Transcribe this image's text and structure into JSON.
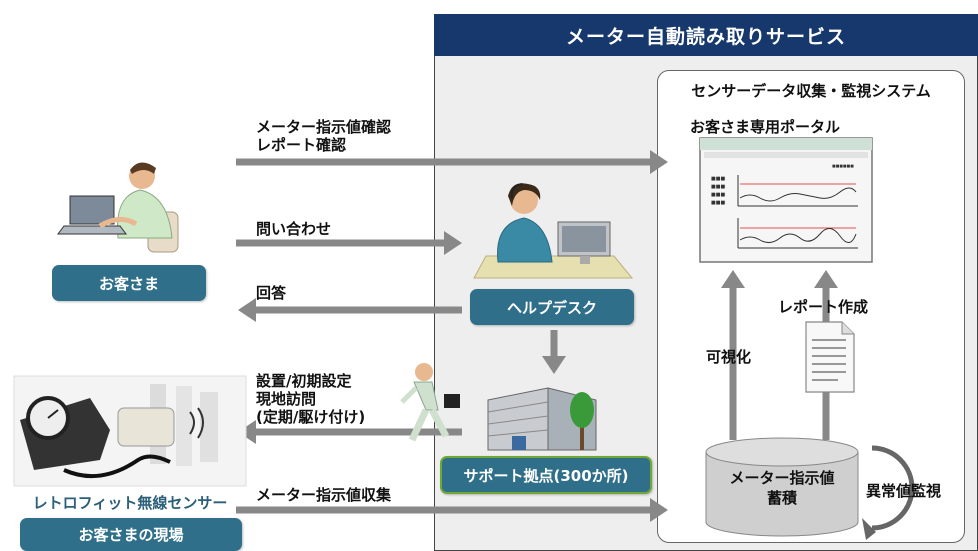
{
  "service": {
    "title": "メーター自動読み取りサービス"
  },
  "system": {
    "title": "センサーデータ収集・監視システム",
    "portal": "お客さま専用ポータル",
    "report_label": "レポート作成",
    "visualize_label": "可視化",
    "db_label_line1": "メーター指示値",
    "db_label_line2": "蓄積",
    "anomaly_label": "異常値監視"
  },
  "flows": {
    "check_line1": "メーター指示値確認",
    "check_line2": "レポート確認",
    "inquiry": "問い合わせ",
    "answer": "回答",
    "install_line1": "設置/初期設定",
    "install_line2": "現地訪問",
    "install_line3": "(定期/駆け付け)",
    "collect": "メーター指示値収集"
  },
  "nodes": {
    "customer": "お客さま",
    "helpdesk": "ヘルプデスク",
    "support": "サポート拠点(300か所)",
    "sensor": "レトロフィット無線センサー",
    "site": "お客さまの現場"
  },
  "icons": [
    "customer-laptop-icon",
    "helpdesk-operator-icon",
    "building-icon",
    "walking-person-icon",
    "meter-sensor-photo",
    "portal-screen-icon",
    "document-icon",
    "database-cylinder-icon",
    "cycle-arrow-icon"
  ],
  "colors": {
    "header": "#17386c",
    "pill": "#2f6f8a",
    "arrow": "#888888",
    "accent_green": "#6fa832"
  }
}
